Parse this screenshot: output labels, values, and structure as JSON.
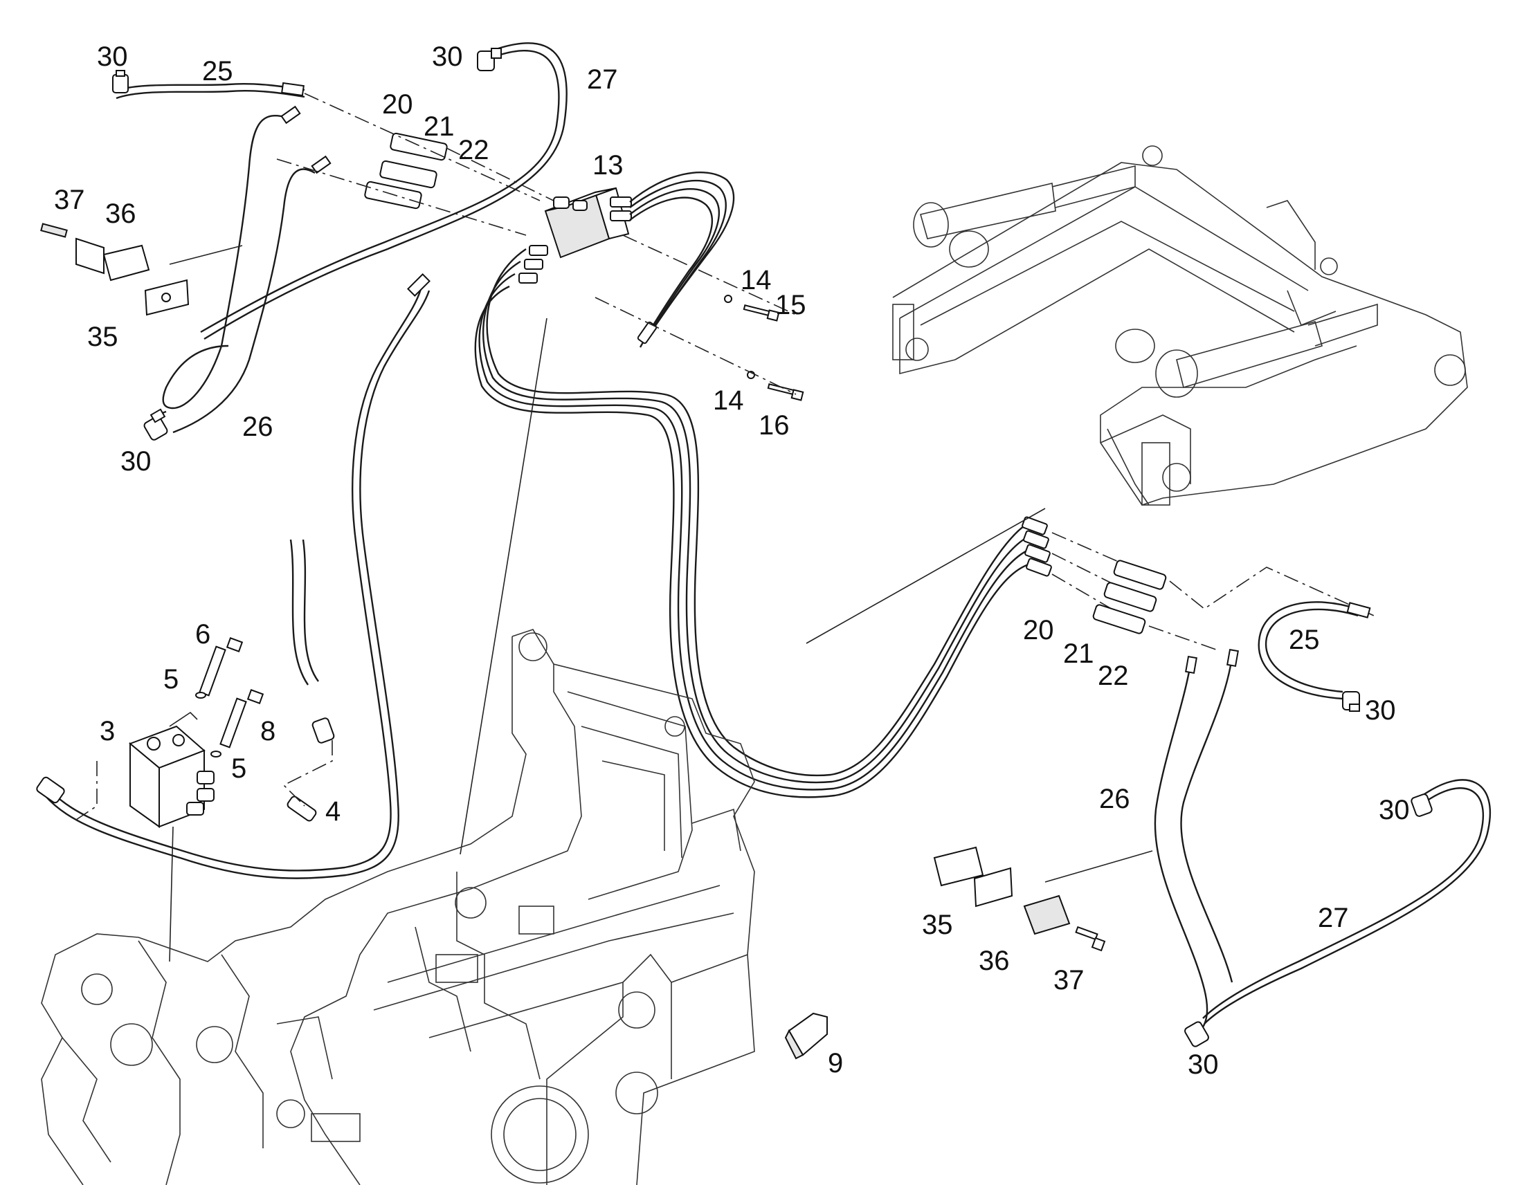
{
  "callouts": {
    "c30_tl": "30",
    "c25_t": "25",
    "c30_t": "30",
    "c27_t": "27",
    "c20_t": "20",
    "c21_t": "21",
    "c22_t": "22",
    "c13": "13",
    "c37_l": "37",
    "c36_l": "36",
    "c35_l": "35",
    "c14_a": "14",
    "c15": "15",
    "c14_b": "14",
    "c16": "16",
    "c26_l": "26",
    "c30_bl": "30",
    "c6": "6",
    "c5_a": "5",
    "c3": "3",
    "c8": "8",
    "c5_b": "5",
    "c4": "4",
    "c20_r": "20",
    "c21_r": "21",
    "c22_r": "22",
    "c25_r": "25",
    "c30_r1": "30",
    "c26_r": "26",
    "c30_r2": "30",
    "c27_r": "27",
    "c35_r": "35",
    "c36_r": "36",
    "c37_r": "37",
    "c9": "9",
    "c30_br": "30"
  }
}
